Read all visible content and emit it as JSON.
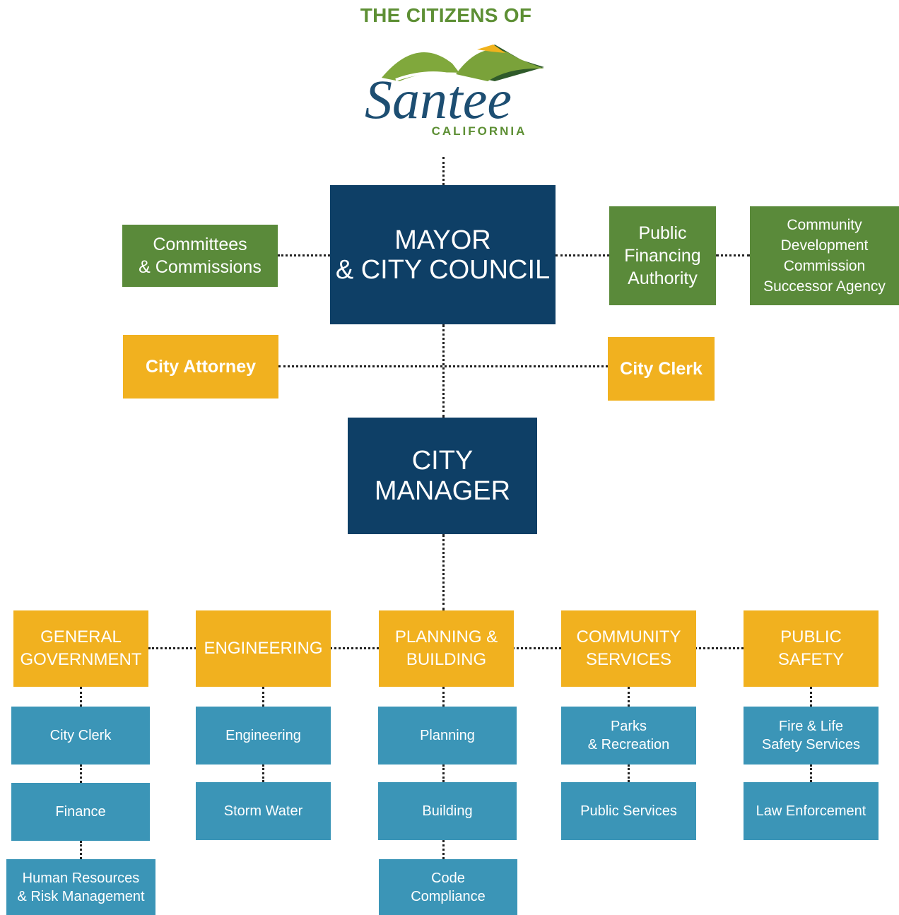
{
  "header": {
    "headline": "THE CITIZENS OF"
  },
  "logo": {
    "name": "Santee",
    "subtitle": "CALIFORNIA"
  },
  "colors": {
    "navy": "#0e3f66",
    "green": "#5a8a3a",
    "gold": "#f1b11f",
    "teal": "#3b95b7"
  },
  "council": {
    "mayor": "MAYOR\n& CITY COUNCIL",
    "committees": "Committees\n& Commissions",
    "pfa": "Public\nFinancing\nAuthority",
    "cdc": "Community\nDevelopment\nCommission\nSuccessor Agency",
    "attorney": "City Attorney",
    "clerk": "City Clerk"
  },
  "manager": "CITY\nMANAGER",
  "departments": [
    {
      "name": "GENERAL\nGOVERNMENT",
      "divisions": [
        "City Clerk",
        "Finance",
        "Human Resources\n& Risk Management"
      ]
    },
    {
      "name": "ENGINEERING",
      "divisions": [
        "Engineering",
        "Storm Water"
      ]
    },
    {
      "name": "PLANNING &\nBUILDING",
      "divisions": [
        "Planning",
        "Building",
        "Code\nCompliance"
      ]
    },
    {
      "name": "COMMUNITY\nSERVICES",
      "divisions": [
        "Parks\n& Recreation",
        "Public Services"
      ]
    },
    {
      "name": "PUBLIC\nSAFETY",
      "divisions": [
        "Fire & Life\nSafety Services",
        "Law Enforcement"
      ]
    }
  ]
}
